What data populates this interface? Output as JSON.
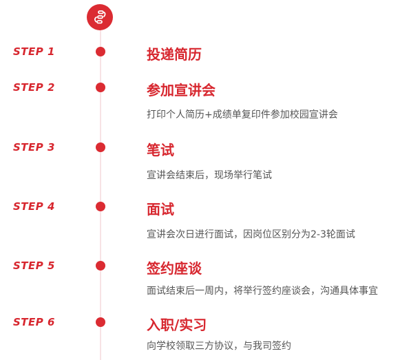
{
  "header": {
    "icon": "process-flow-icon"
  },
  "colors": {
    "accent": "#db2b32",
    "line": "#f7e3e5",
    "desc": "#555555"
  },
  "steps": [
    {
      "label": "STEP 1",
      "title": "投递简历",
      "desc": ""
    },
    {
      "label": "STEP 2",
      "title": "参加宣讲会",
      "desc": "打印个人简历+成绩单复印件参加校园宣讲会"
    },
    {
      "label": "STEP 3",
      "title": "笔试",
      "desc": "宣讲会结束后，现场举行笔试"
    },
    {
      "label": "STEP 4",
      "title": "面试",
      "desc": "宣讲会次日进行面试，因岗位区别分为2-3轮面试"
    },
    {
      "label": "STEP 5",
      "title": "签约座谈",
      "desc": "面试结束后一周内，将举行签约座谈会，沟通具体事宜"
    },
    {
      "label": "STEP 6",
      "title": "入职/实习",
      "desc": "向学校领取三方协议，与我司签约"
    }
  ]
}
